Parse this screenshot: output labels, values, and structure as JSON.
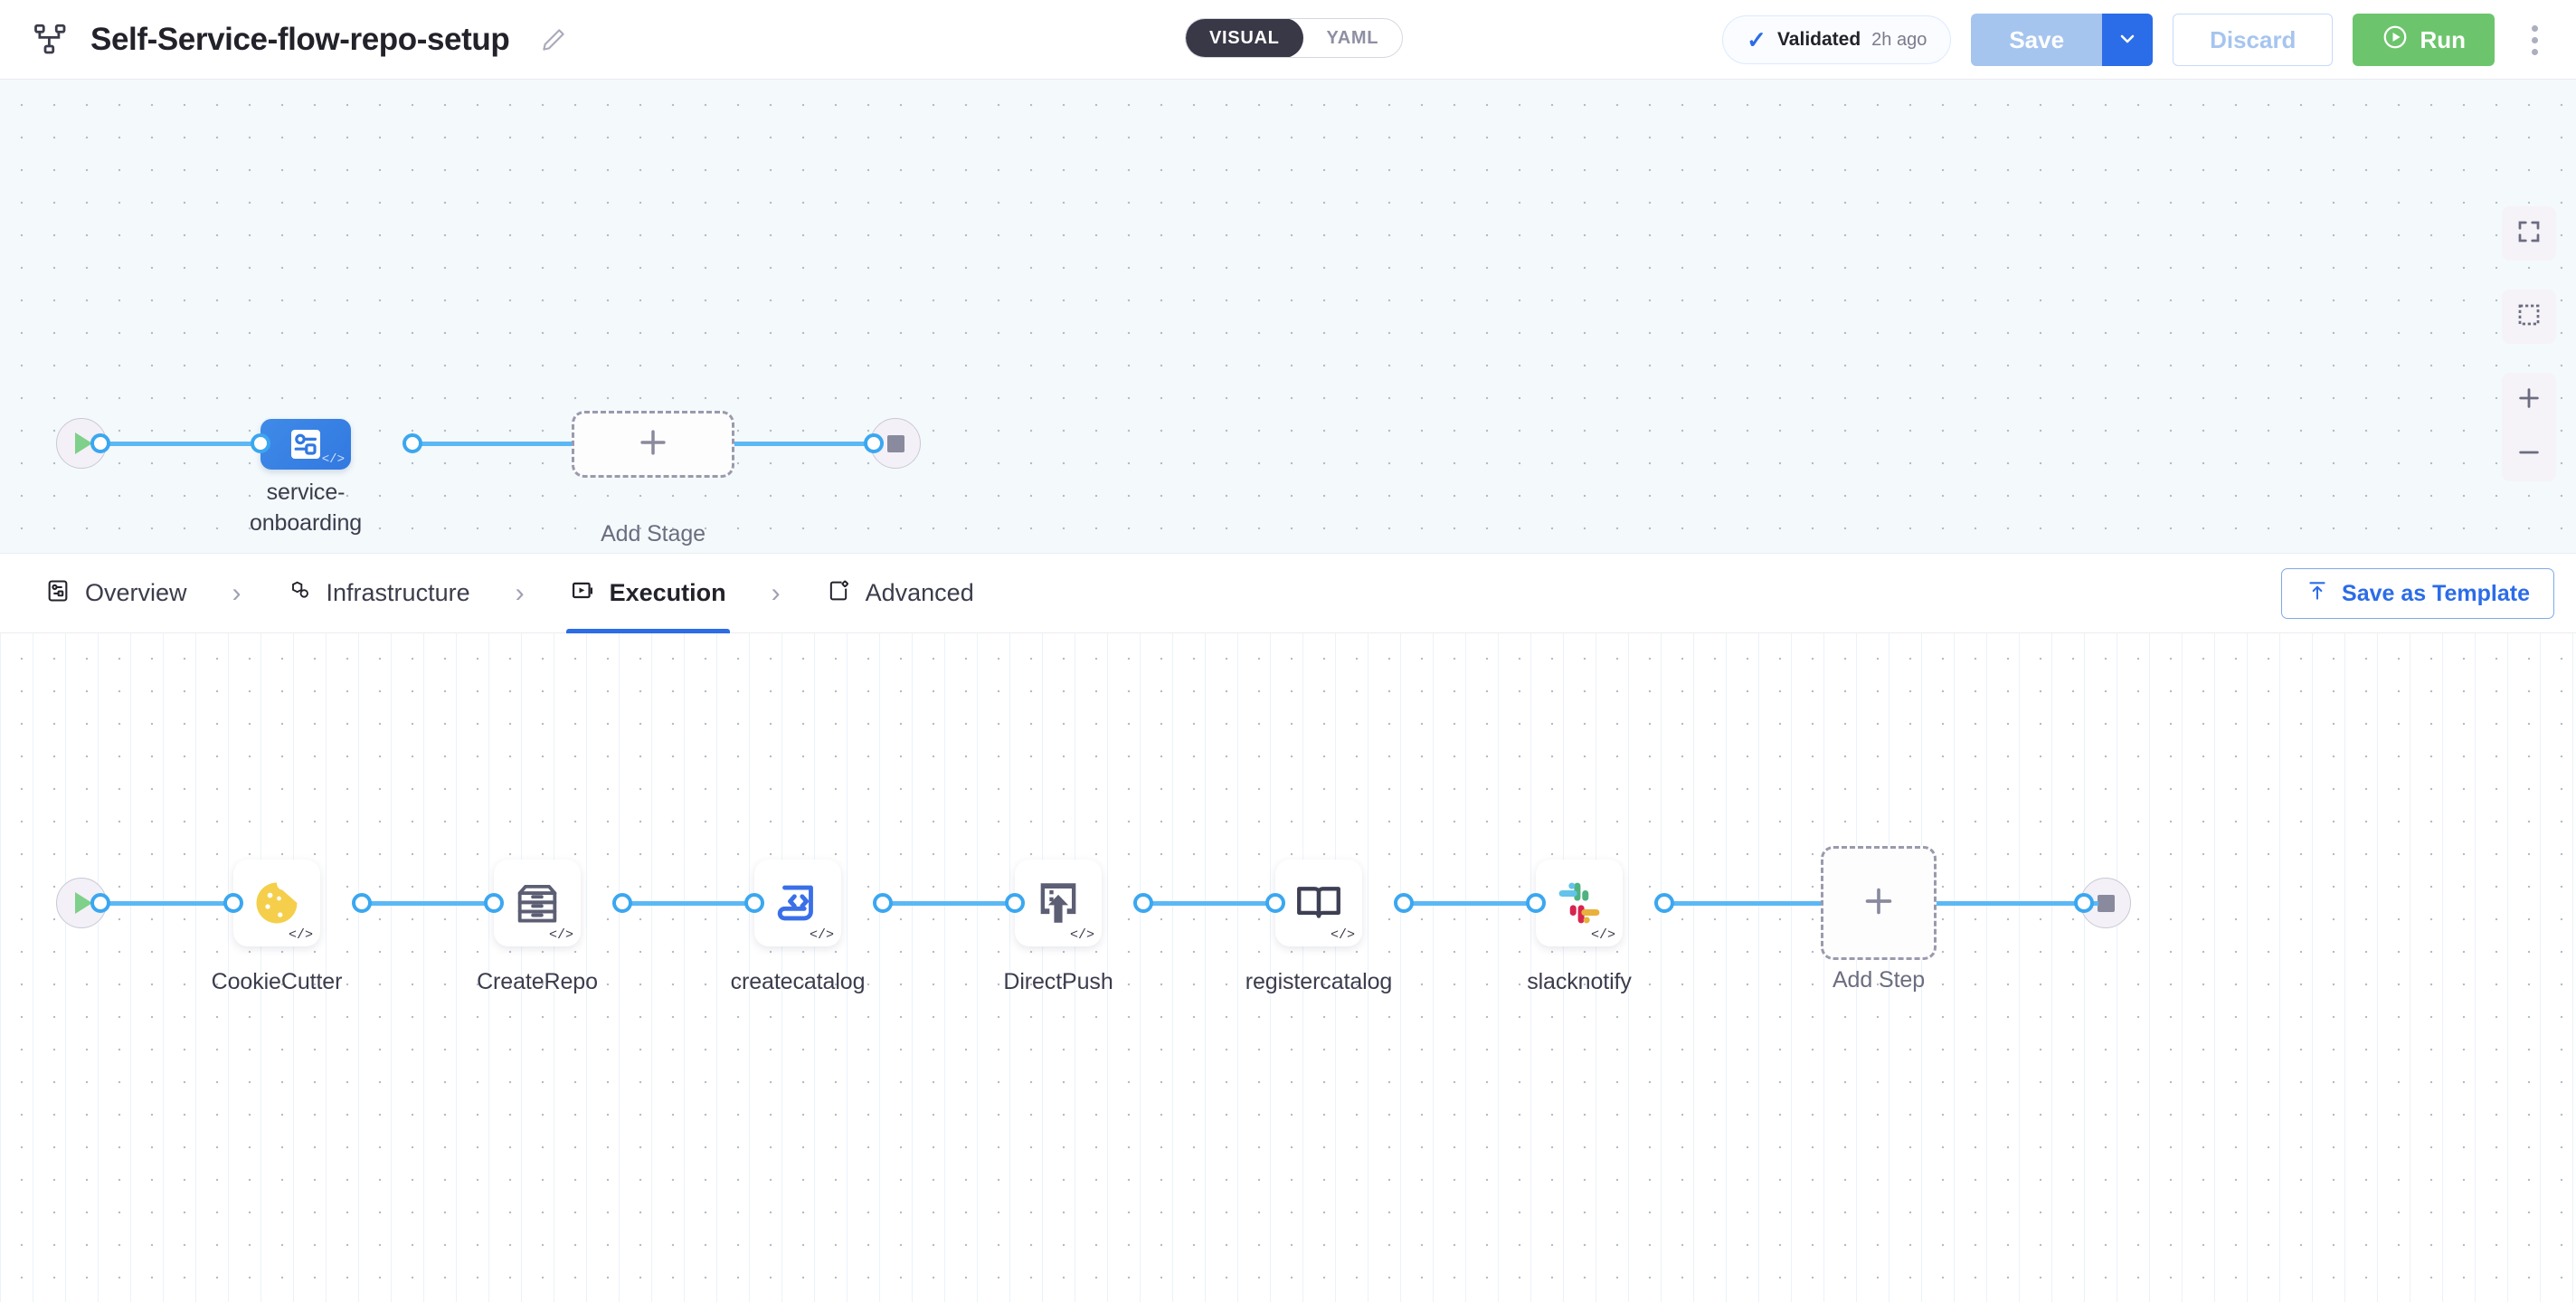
{
  "header": {
    "pipeline_icon": "pipeline-nodes-icon",
    "title": "Self-Service-flow-repo-setup",
    "edit_icon": "pencil-edit-icon",
    "view_toggle": {
      "visual_label": "VISUAL",
      "yaml_label": "YAML",
      "selected": "VISUAL"
    },
    "validation": {
      "check_icon": "check-icon",
      "label": "Validated",
      "time": "2h ago"
    },
    "save_label": "Save",
    "save_caret_icon": "chevron-down-icon",
    "discard_label": "Discard",
    "run_label": "Run",
    "run_icon": "play-circle-icon",
    "more_icon": "kebab-menu-icon",
    "colors": {
      "accent_blue": "#2b6ce8",
      "save_disabled": "#a6c5ee",
      "run_green": "#6cc56c",
      "toggle_dark": "#383847"
    }
  },
  "stage_canvas": {
    "start_node": {
      "icon": "play-icon",
      "name": "start"
    },
    "end_node": {
      "icon": "stop-square-icon",
      "name": "end"
    },
    "stages": [
      {
        "label": "service-onboarding",
        "icon": "stage-flow-icon",
        "code_badge": "</>",
        "selected": true
      }
    ],
    "add_stage": {
      "label": "Add Stage",
      "icon": "plus-icon"
    },
    "controls": [
      {
        "name": "fit-to-screen",
        "icon": "fit-screen-icon"
      },
      {
        "name": "selection-box",
        "icon": "dashed-square-icon"
      },
      {
        "name": "zoom-in",
        "icon": "plus-icon"
      },
      {
        "name": "zoom-out",
        "icon": "minus-icon"
      }
    ]
  },
  "tabs": {
    "items": [
      {
        "label": "Overview",
        "icon": "overview-icon",
        "active": false
      },
      {
        "label": "Infrastructure",
        "icon": "infrastructure-icon",
        "active": false
      },
      {
        "label": "Execution",
        "icon": "execution-icon",
        "active": true
      },
      {
        "label": "Advanced",
        "icon": "advanced-icon",
        "active": false
      }
    ],
    "separator": "›",
    "save_as_template": {
      "label": "Save as Template",
      "icon": "upload-template-icon"
    }
  },
  "steps_canvas": {
    "start_node": {
      "icon": "play-icon",
      "name": "start"
    },
    "end_node": {
      "icon": "stop-square-icon",
      "name": "end"
    },
    "steps": [
      {
        "label": "CookieCutter",
        "icon": "cookie-icon",
        "code_badge": "</>"
      },
      {
        "label": "CreateRepo",
        "icon": "drawer-cabinet-icon",
        "code_badge": "</>"
      },
      {
        "label": "createcatalog",
        "icon": "code-page-icon",
        "code_badge": "</>"
      },
      {
        "label": "DirectPush",
        "icon": "upload-push-icon",
        "code_badge": "</>"
      },
      {
        "label": "registercatalog",
        "icon": "open-book-icon",
        "code_badge": "</>"
      },
      {
        "label": "slacknotify",
        "icon": "slack-icon",
        "code_badge": "</>"
      }
    ],
    "add_step": {
      "label": "Add Step",
      "icon": "plus-icon"
    }
  }
}
